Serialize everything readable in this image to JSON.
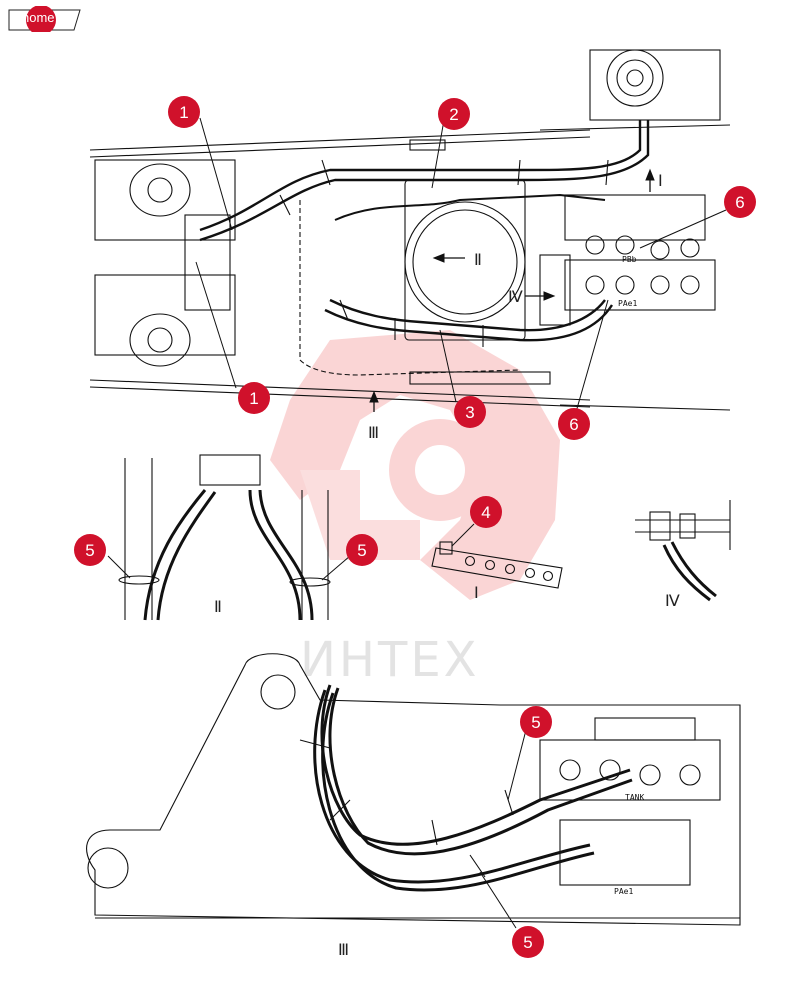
{
  "nav": {
    "home_label": "home",
    "accent_color": "#d0112b"
  },
  "watermark": {
    "text": "ИНТЕХ",
    "color": "#f4b5b5"
  },
  "views": {
    "top": "Ⅰ",
    "iii_arrow": "Ⅲ",
    "ii_arrow": "Ⅱ",
    "iv_arrow": "Ⅳ",
    "detail_ii": "Ⅱ",
    "detail_i": "Ⅰ",
    "detail_iv": "Ⅳ",
    "detail_iii": "Ⅲ"
  },
  "valve_labels": {
    "pbb": "PBb",
    "pae": "PAe1",
    "tank": "TANK",
    "pae_bottom": "PAe1"
  },
  "callouts": [
    "1",
    "2",
    "6",
    "1",
    "6",
    "3",
    "4",
    "5",
    "5",
    "5",
    "5"
  ]
}
